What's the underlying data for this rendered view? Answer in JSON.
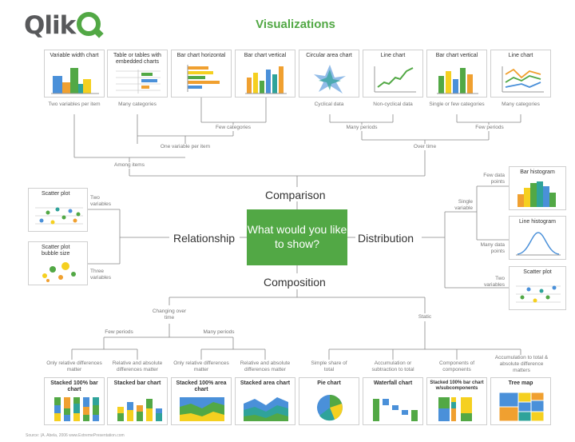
{
  "header": {
    "logo": "Qlik",
    "title": "Visualizations"
  },
  "center": {
    "question": "What would you like to show?"
  },
  "categories": {
    "comparison": "Comparison",
    "relationship": "Relationship",
    "distribution": "Distribution",
    "composition": "Composition"
  },
  "top_cards": [
    {
      "label": "Variable width chart"
    },
    {
      "label": "Table or tables with embedded charts"
    },
    {
      "label": "Bar chart horizontal"
    },
    {
      "label": "Bar chart vertical"
    },
    {
      "label": "Circular area chart"
    },
    {
      "label": "Line chart"
    },
    {
      "label": "Bar chart vertical"
    },
    {
      "label": "Line chart"
    }
  ],
  "top_notes": [
    "Two variables per item",
    "Many categories",
    "Cyclical data",
    "Non-cyclical data",
    "Single or few categories",
    "Many categories"
  ],
  "branch_notes": {
    "few_categories_1": "Few categories",
    "many_periods": "Many periods",
    "few_periods_top": "Few periods",
    "one_variable": "One variable per item",
    "over_time": "Over time",
    "among_items": "Among items"
  },
  "left_cards": [
    {
      "label": "Scatter plot"
    },
    {
      "label": "Scatter plot bubble size"
    }
  ],
  "left_notes": {
    "two_variables": "Two variables",
    "three_variables": "Three variables"
  },
  "right_cards": [
    {
      "label": "Bar histogram"
    },
    {
      "label": "Line histogram"
    },
    {
      "label": "Scatter plot"
    }
  ],
  "right_notes": {
    "few_data_points": "Few data points",
    "single_variable": "Single variable",
    "many_data_points": "Many data points",
    "two_variables": "Two variables"
  },
  "composition_notes": {
    "changing": "Changing over time",
    "static": "Static",
    "few_periods": "Few periods",
    "many_periods": "Many periods"
  },
  "bottom_notes": [
    "Only relative differences matter",
    "Relative and absolute differences matter",
    "Only relative differences matter",
    "Relative and absolute differences matter",
    "Simple share of total",
    "Accumulation or subtraction to total",
    "Components of components",
    "Accumulation to total & absolute difference matters"
  ],
  "bottom_cards": [
    {
      "label": "Stacked 100% bar chart"
    },
    {
      "label": "Stacked bar chart"
    },
    {
      "label": "Stacked 100% area chart"
    },
    {
      "label": "Stacked area chart"
    },
    {
      "label": "Pie chart"
    },
    {
      "label": "Waterfall chart"
    },
    {
      "label": "Stacked 100% bar chart w/subcomponents"
    },
    {
      "label": "Tree map"
    }
  ],
  "source": "Source: (A. Abela, 2006 www.ExtremePresentation.com",
  "colors": {
    "green": "#52a845",
    "blue": "#4a90d9",
    "orange": "#f0a030",
    "yellow": "#f5d020",
    "teal": "#2fa39a",
    "gray": "#999999"
  }
}
